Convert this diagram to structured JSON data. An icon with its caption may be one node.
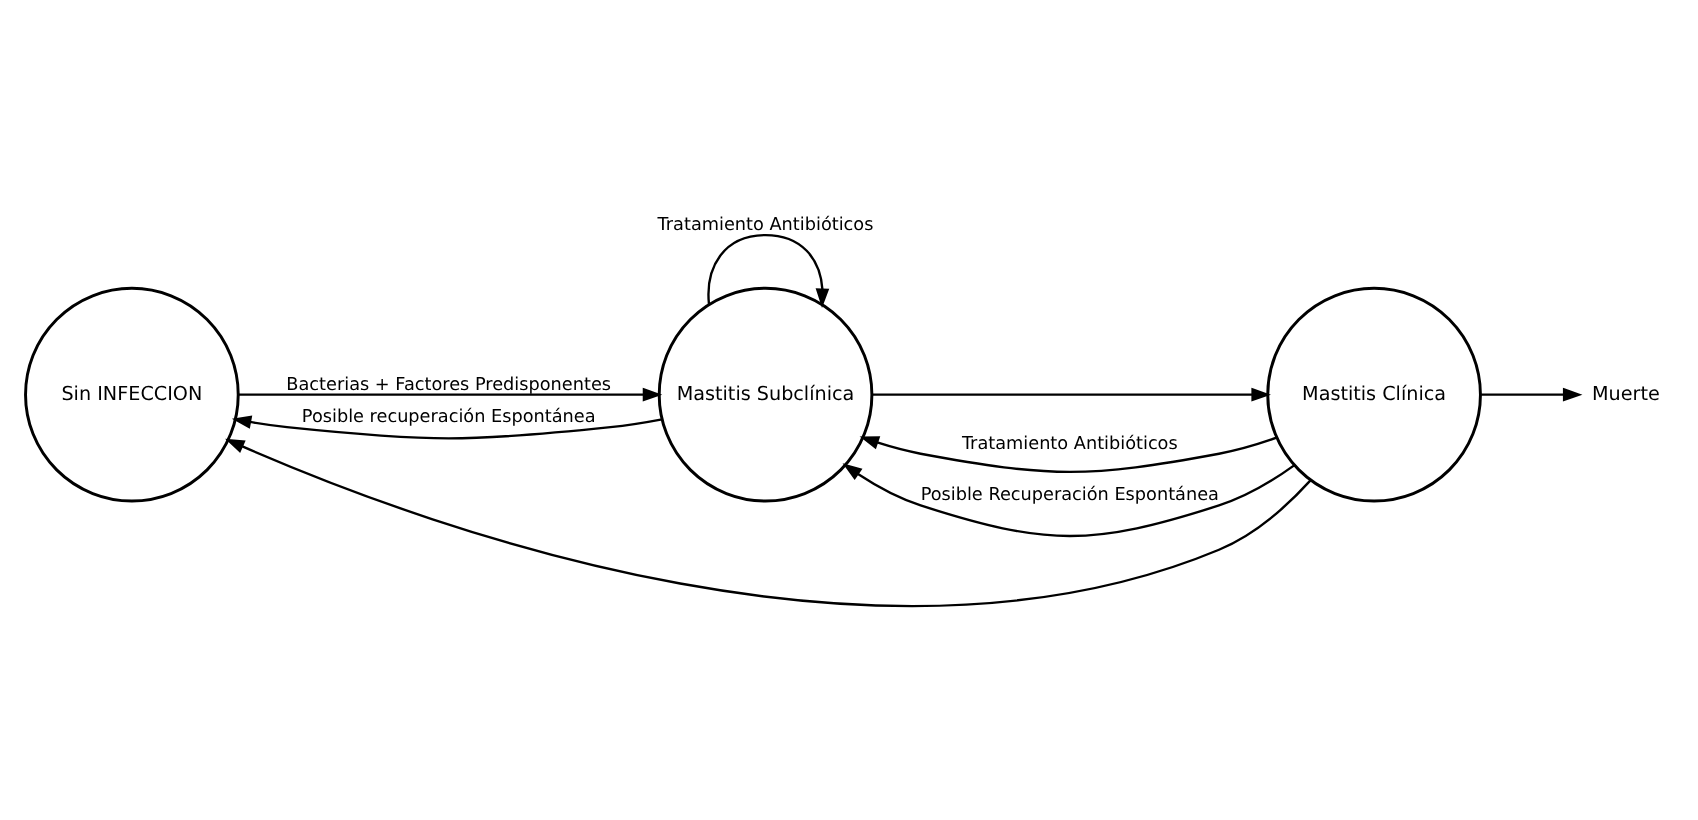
{
  "diagram": {
    "nodes": [
      {
        "text": [
          "Sin INFECCION"
        ]
      },
      {
        "text": [
          "Mastitis Subclínica"
        ]
      },
      {
        "text": [
          "Mastitis Clínica"
        ]
      },
      {
        "text": [
          "Muerte"
        ]
      }
    ],
    "edges": [
      {
        "from": 2,
        "to": 0,
        "arrow": "to"
      },
      {
        "from": 1,
        "to": 1,
        "arrow": "to",
        "label": "Tratamiento Antibióticos"
      },
      {
        "from": 2,
        "to": 1,
        "arrow": "to",
        "label": "Tratamiento Antibióticos"
      },
      {
        "from": 0,
        "to": 1,
        "arrow": "to",
        "label": "Bacterias + Factores Predisponentes"
      },
      {
        "from": 1,
        "to": 2,
        "arrow": "to"
      },
      {
        "from": 2,
        "to": 3,
        "arrow": "to"
      },
      {
        "from": 1,
        "to": 0,
        "arrow": "to",
        "label": "Posible recuperación Espontánea"
      },
      {
        "from": 2,
        "to": 1,
        "arrow": "to",
        "label": "Posible Recuperación Espontánea"
      }
    ]
  }
}
